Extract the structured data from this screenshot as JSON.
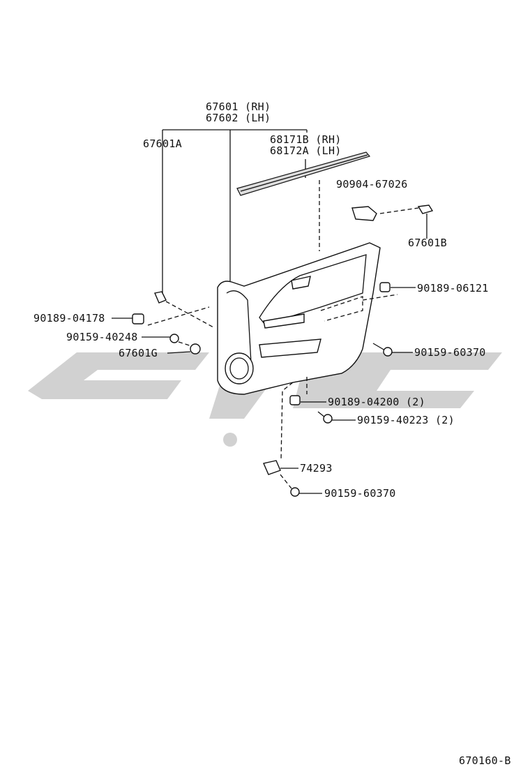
{
  "labels": {
    "panel_rh": "67601 (RH)",
    "panel_lh": "67602 (LH)",
    "p67601a": "67601A",
    "weather_rh": "68171B (RH)",
    "weather_lh": "68172A (LH)",
    "p90904": "90904-67026",
    "p67601b": "67601B",
    "p90189_06121": "90189-06121",
    "p90189_04178": "90189-04178",
    "p90159_40248": "90159-40248",
    "p67601g": "67601G",
    "p90159_60370_r": "90159-60370",
    "p90189_04200": "90189-04200 (2)",
    "p90159_40223": "90159-40223 (2)",
    "p74293": "74293",
    "p90159_60370_b": "90159-60370",
    "ref_code": "670160-B"
  },
  "colors": {
    "line": "#111111",
    "watermark": "#c9c9c9"
  }
}
